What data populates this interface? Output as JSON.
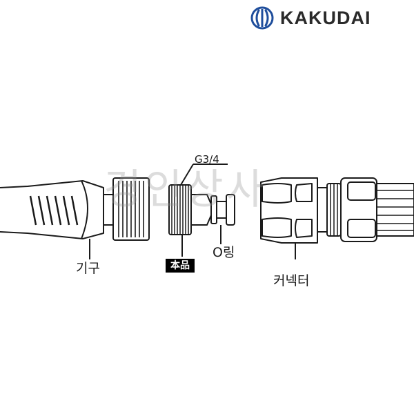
{
  "brand": {
    "name": "KAKUDAI",
    "logo_color": "#1f4e9c",
    "text_color": "#2a2a2a"
  },
  "watermark": {
    "text": "경인상사"
  },
  "diagram": {
    "labels": {
      "fixture": "기구",
      "thread_spec": "G3/4",
      "product_badge": "本品",
      "o_ring": "O링",
      "connector": "커넥터"
    }
  }
}
